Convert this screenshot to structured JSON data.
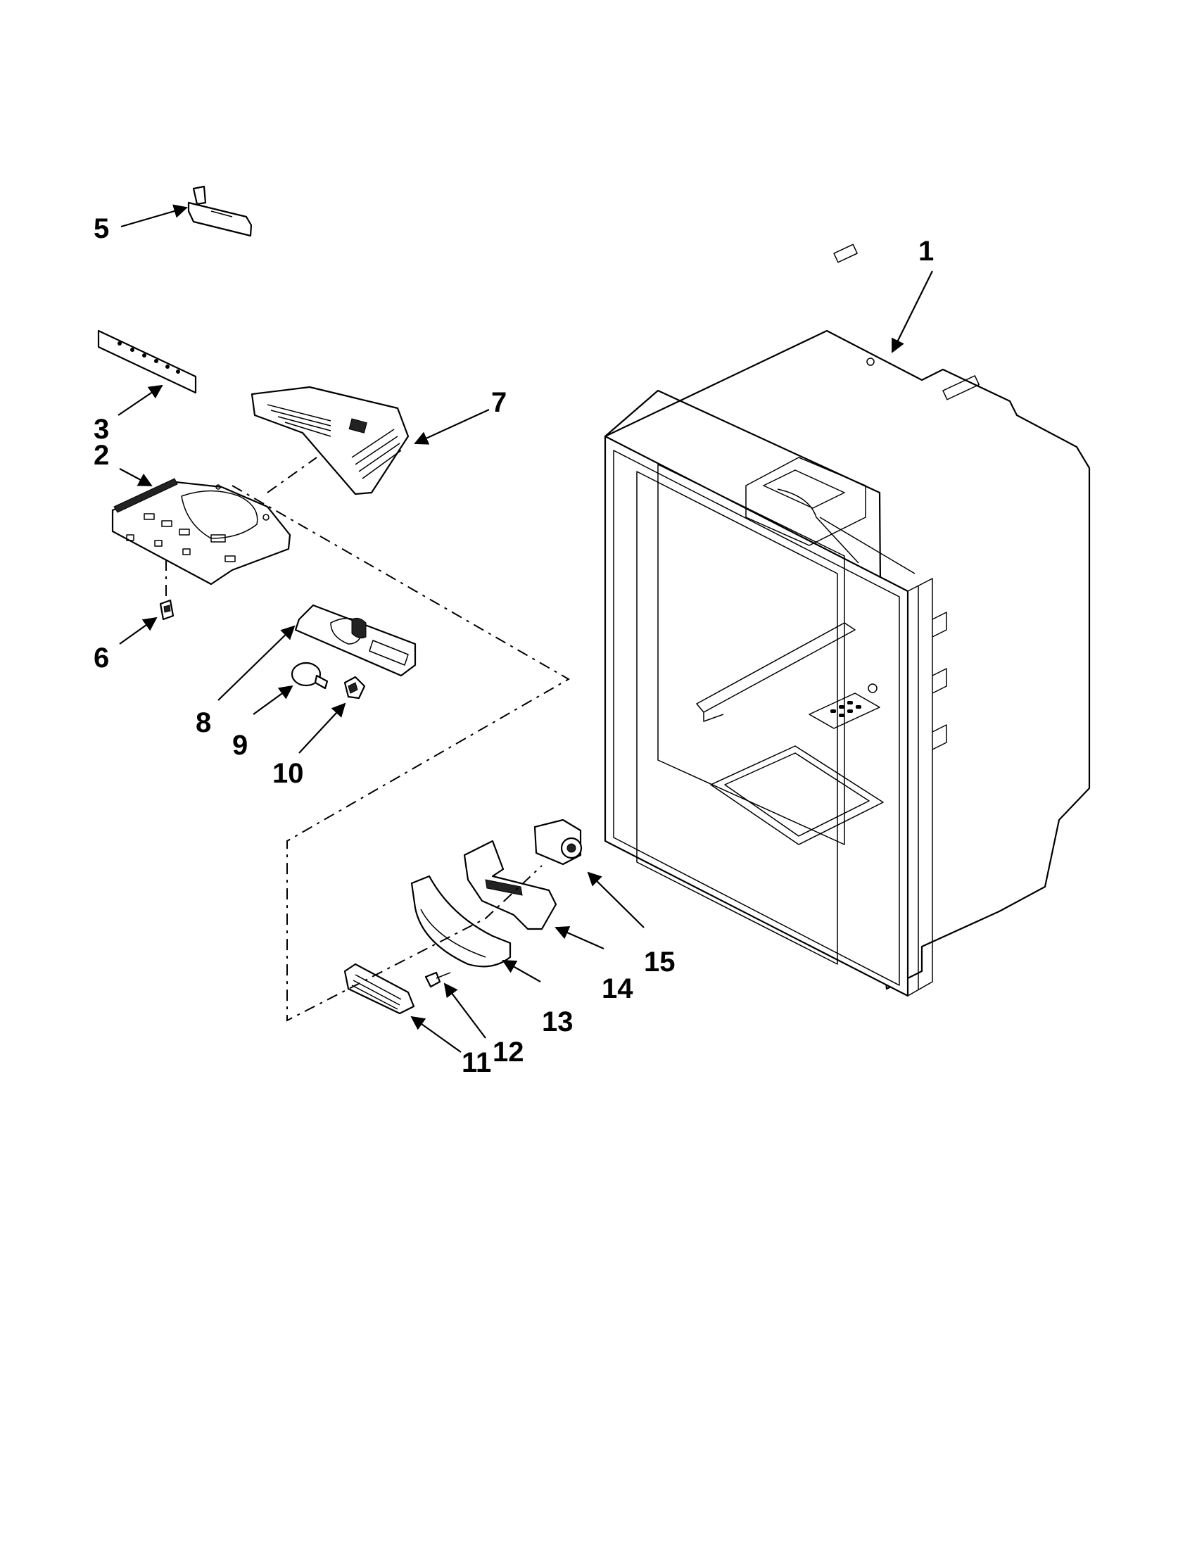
{
  "diagram": {
    "type": "exploded-parts-view",
    "callouts": [
      {
        "id": "1",
        "label": "1"
      },
      {
        "id": "2",
        "label": "2"
      },
      {
        "id": "3",
        "label": "3"
      },
      {
        "id": "5",
        "label": "5"
      },
      {
        "id": "6",
        "label": "6"
      },
      {
        "id": "7",
        "label": "7"
      },
      {
        "id": "8",
        "label": "8"
      },
      {
        "id": "9",
        "label": "9"
      },
      {
        "id": "10",
        "label": "10"
      },
      {
        "id": "11",
        "label": "11"
      },
      {
        "id": "12",
        "label": "12"
      },
      {
        "id": "13",
        "label": "13"
      },
      {
        "id": "14",
        "label": "14"
      },
      {
        "id": "15",
        "label": "15"
      }
    ]
  }
}
